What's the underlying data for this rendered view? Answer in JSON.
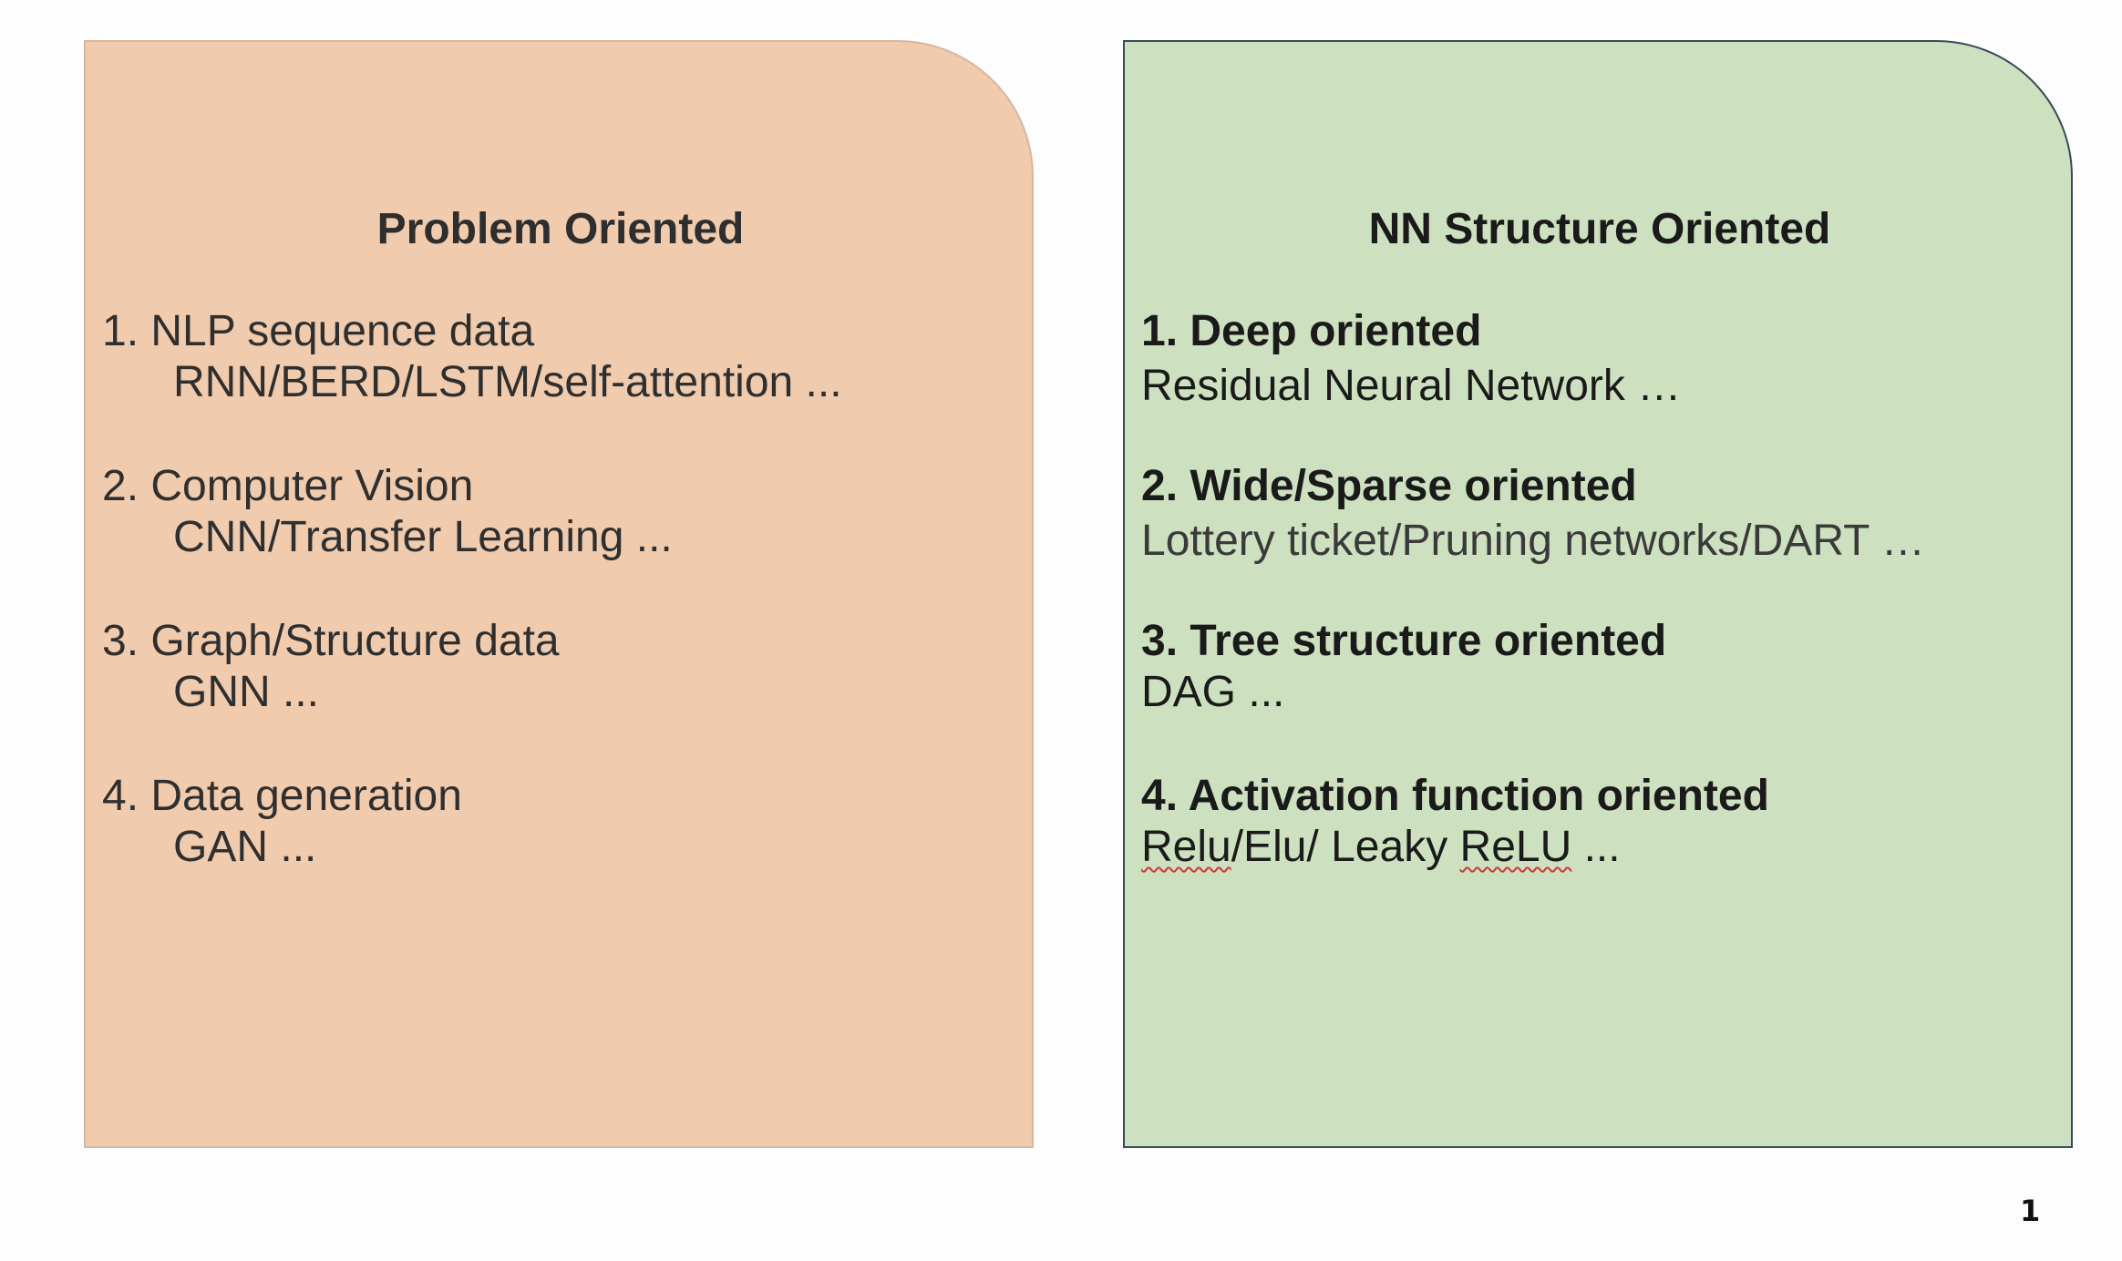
{
  "left_panel": {
    "title": "Problem Oriented",
    "color": "#f0cbad",
    "items": [
      {
        "heading": "1.   NLP sequence data",
        "detail": "RNN/BERD/LSTM/self-attention ..."
      },
      {
        "heading": "2. Computer Vision",
        "detail": "CNN/Transfer Learning ..."
      },
      {
        "heading": "3. Graph/Structure data",
        "detail": "GNN ..."
      },
      {
        "heading": "4. Data generation",
        "detail": "GAN ..."
      }
    ]
  },
  "right_panel": {
    "title": "NN Structure Oriented",
    "color": "#cde0bf",
    "items": [
      {
        "heading": "1.   Deep oriented",
        "detail": "Residual Neural Network …"
      },
      {
        "heading": "2.   Wide/Sparse oriented",
        "detail": "Lottery ticket/Pruning networks/DART …"
      },
      {
        "heading": "3.   Tree structure oriented",
        "detail": "DAG ..."
      },
      {
        "heading": "4. Activation function oriented",
        "detail_part1": "Relu",
        "detail_part2": "/Elu/ Leaky ",
        "detail_part3": "ReLU",
        "detail_part4": " ..."
      }
    ]
  },
  "page_number": "1"
}
